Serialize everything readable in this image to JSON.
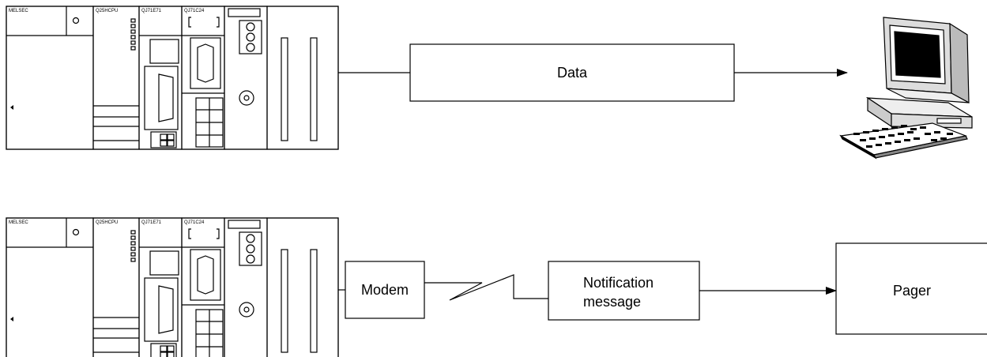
{
  "plc": {
    "brand": "MELSEC",
    "cpu_module": "Q25HCPU",
    "ethernet_module": "QJ71E71",
    "serial_module": "QJ71C24"
  },
  "top_flow": {
    "data_label": "Data"
  },
  "bottom_flow": {
    "modem_label": "Modem",
    "notification_line1": "Notification",
    "notification_line2": "message",
    "pager_label": "Pager"
  }
}
